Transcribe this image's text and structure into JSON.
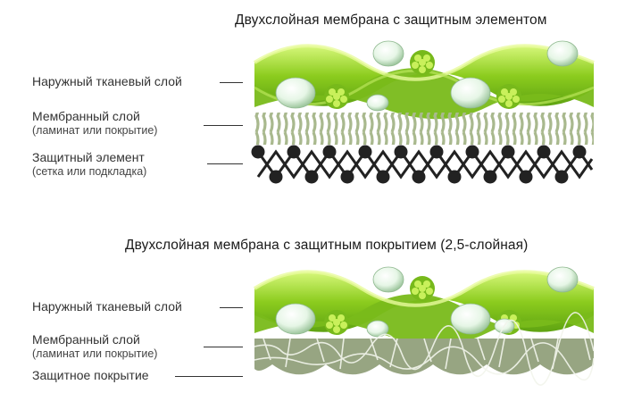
{
  "diagram1": {
    "title": "Двухслойная мембрана с защитным элементом",
    "outer_label": "Наружный тканевый слой",
    "membrane_label": "Мембранный слой",
    "membrane_sub": "(ламинат или покрытие)",
    "protect_label": "Защитный элемент",
    "protect_sub": "(сетка или подкладка)"
  },
  "diagram2": {
    "title": "Двухслойная мембрана с защитным покрытием (2,5-слойная)",
    "outer_label": "Наружный тканевый слой",
    "membrane_label": "Мембранный слой",
    "membrane_sub": "(ламинат или покрытие)",
    "protect_label": "Защитное покрытие"
  },
  "colors": {
    "fabric_green": "#8ccc1e",
    "fabric_light": "#c8f06a",
    "membrane_stripe": "#a9b98e",
    "mesh_black": "#222222",
    "coating_green": "#97a582"
  }
}
